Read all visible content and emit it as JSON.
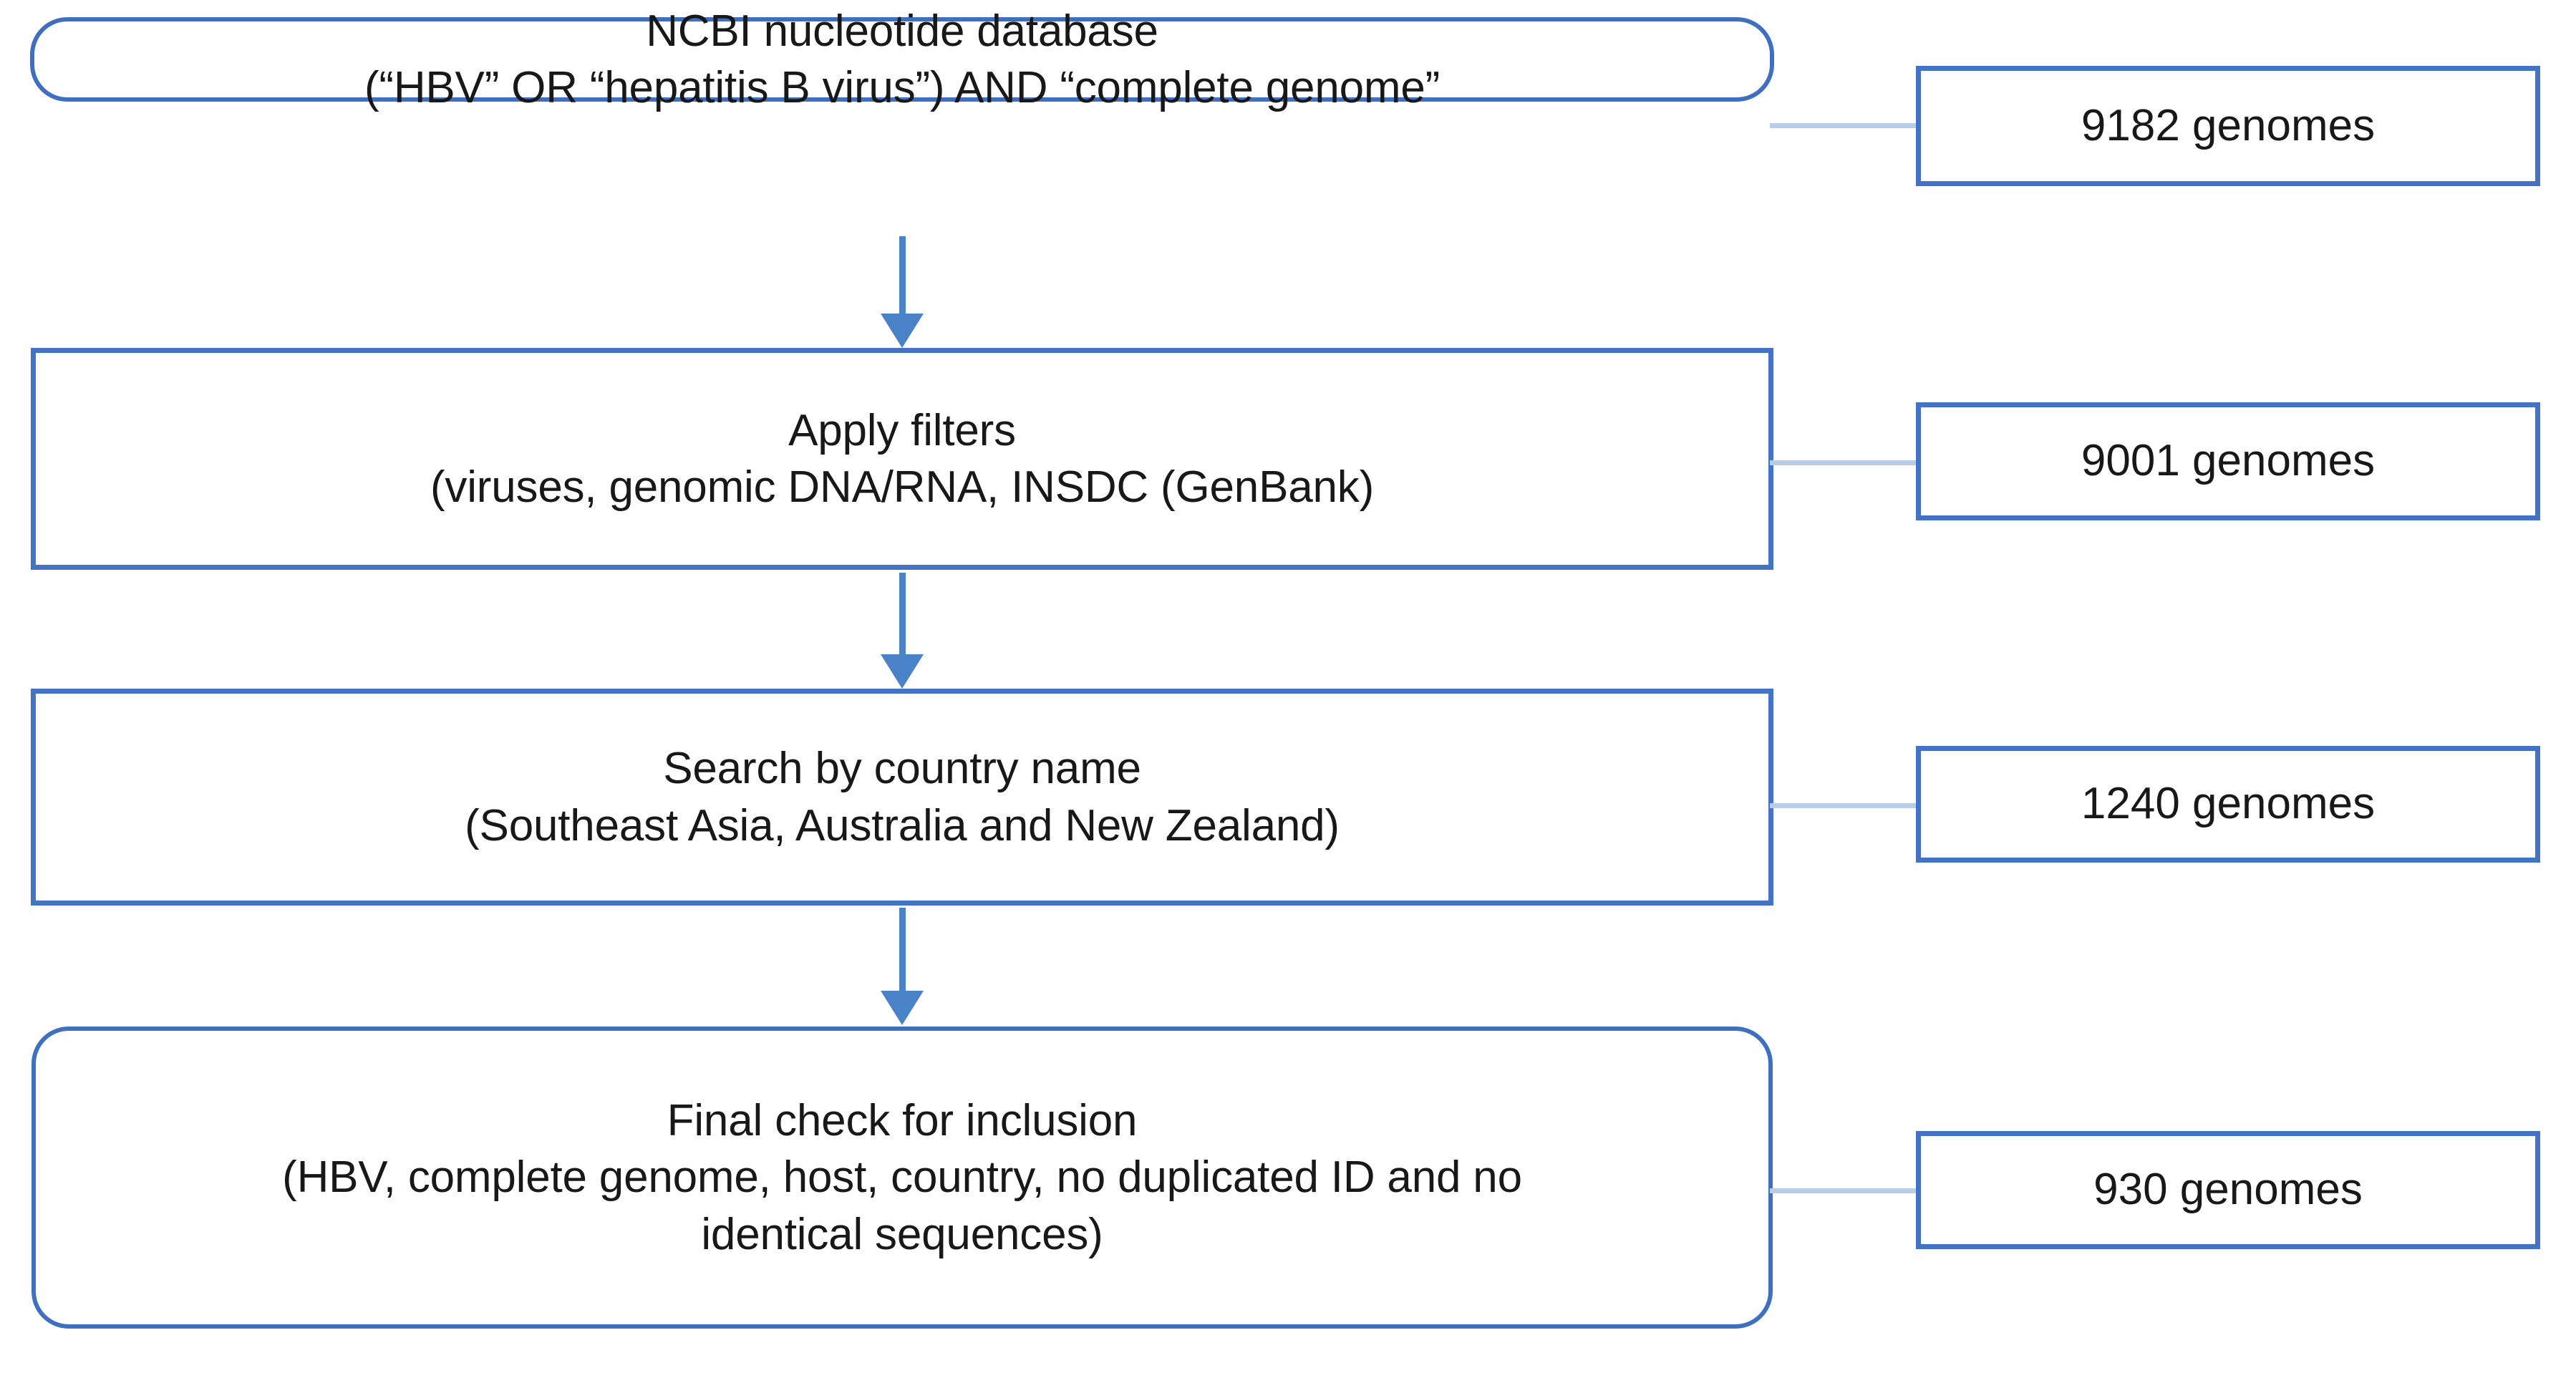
{
  "diagram": {
    "title": "HBV genome selection flowchart",
    "accent_color": "#4472c4",
    "arrow_color": "#4a82c8",
    "connector_color": "#b9cdea",
    "text_color": "#181818",
    "background_color": "#ffffff"
  },
  "steps": [
    {
      "id": "step-1",
      "shape": "rounded-rectangle",
      "line1": "NCBI nucleotide database",
      "line2": "(“HBV” OR “hepatitis B virus”) AND “complete genome”",
      "text": "NCBI nucleotide database\n(“HBV” OR “hepatitis B virus”) AND “complete genome”",
      "result": "9182 genomes",
      "result_count": 9182
    },
    {
      "id": "step-2",
      "shape": "rectangle",
      "line1": "Apply filters",
      "line2": "(viruses, genomic DNA/RNA, INSDC (GenBank)",
      "text": "Apply filters\n(viruses, genomic DNA/RNA, INSDC (GenBank)",
      "result": "9001 genomes",
      "result_count": 9001
    },
    {
      "id": "step-3",
      "shape": "rectangle",
      "line1": "Search by country name",
      "line2": "(Southeast Asia, Australia and New Zealand)",
      "text": "Search by country name\n(Southeast Asia, Australia and New Zealand)",
      "result": "1240 genomes",
      "result_count": 1240
    },
    {
      "id": "step-4",
      "shape": "rounded-rectangle",
      "line1": "Final check for inclusion",
      "line2": "(HBV, complete genome, host, country, no duplicated ID and no identical sequences)",
      "text": "Final check for inclusion\n(HBV, complete genome, host, country, no duplicated ID and no\nidentical sequences)",
      "result": "930 genomes",
      "result_count": 930
    }
  ]
}
